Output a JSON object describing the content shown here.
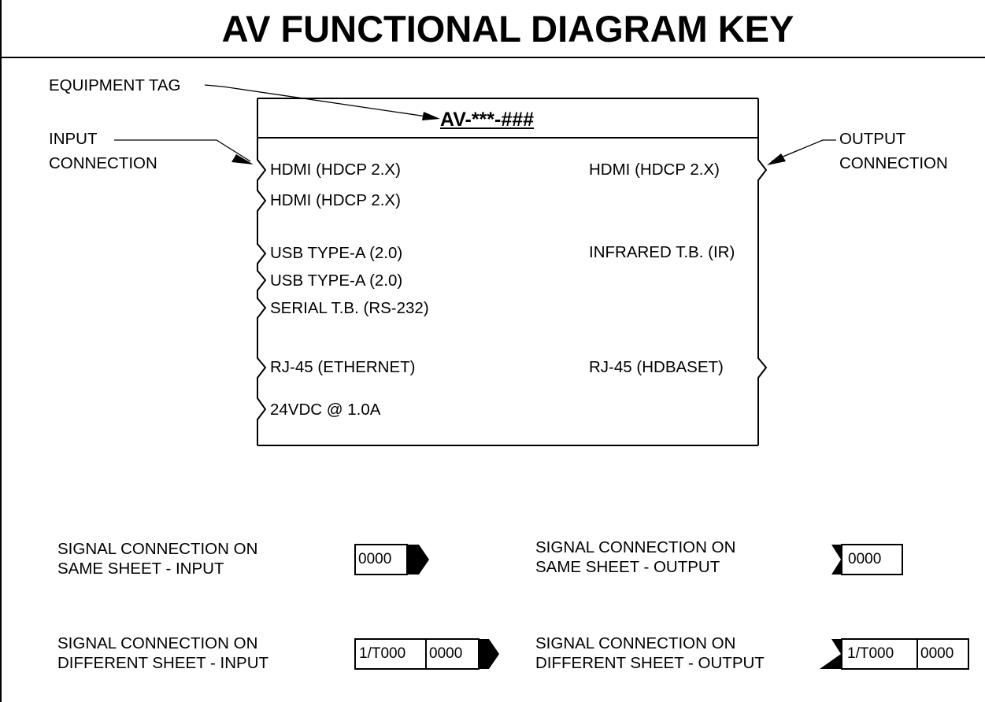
{
  "title": "AV FUNCTIONAL DIAGRAM KEY",
  "callouts": {
    "equipment_tag": "EQUIPMENT TAG",
    "input_connection": [
      "INPUT",
      "CONNECTION"
    ],
    "output_connection": [
      "OUTPUT",
      "CONNECTION"
    ]
  },
  "device": {
    "tag": "AV-***-###",
    "inputs": [
      "HDMI (HDCP 2.X)",
      "HDMI (HDCP 2.X)",
      "USB TYPE-A (2.0)",
      "USB TYPE-A (2.0)",
      "SERIAL T.B. (RS-232)",
      "RJ-45 (ETHERNET)",
      "24VDC @ 1.0A"
    ],
    "outputs": [
      "HDMI (HDCP 2.X)",
      "INFRARED T.B. (IR)",
      "RJ-45 (HDBASET)"
    ]
  },
  "legend": [
    {
      "label": [
        "SIGNAL CONNECTION ON",
        "SAME SHEET - INPUT"
      ],
      "boxes": [
        "0000"
      ]
    },
    {
      "label": [
        "SIGNAL CONNECTION ON",
        "SAME SHEET - OUTPUT"
      ],
      "boxes": [
        "0000"
      ]
    },
    {
      "label": [
        "SIGNAL CONNECTION ON",
        "DIFFERENT SHEET - INPUT"
      ],
      "boxes": [
        "1/T000",
        "0000"
      ]
    },
    {
      "label": [
        "SIGNAL CONNECTION ON",
        "DIFFERENT SHEET - OUTPUT"
      ],
      "boxes": [
        "1/T000",
        "0000"
      ]
    }
  ]
}
